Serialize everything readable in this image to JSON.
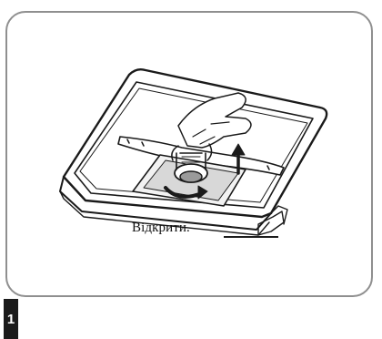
{
  "caption": "Відкрити.",
  "step": {
    "number": "1"
  },
  "illustration": {
    "subject": "dishwasher-filter-removal",
    "icon": "rotate-and-lift-arrows-icon"
  },
  "colors": {
    "frame_border": "#8f8f8f",
    "line_art": "#1a1a1a",
    "step_tab": "#1a1a1a"
  }
}
